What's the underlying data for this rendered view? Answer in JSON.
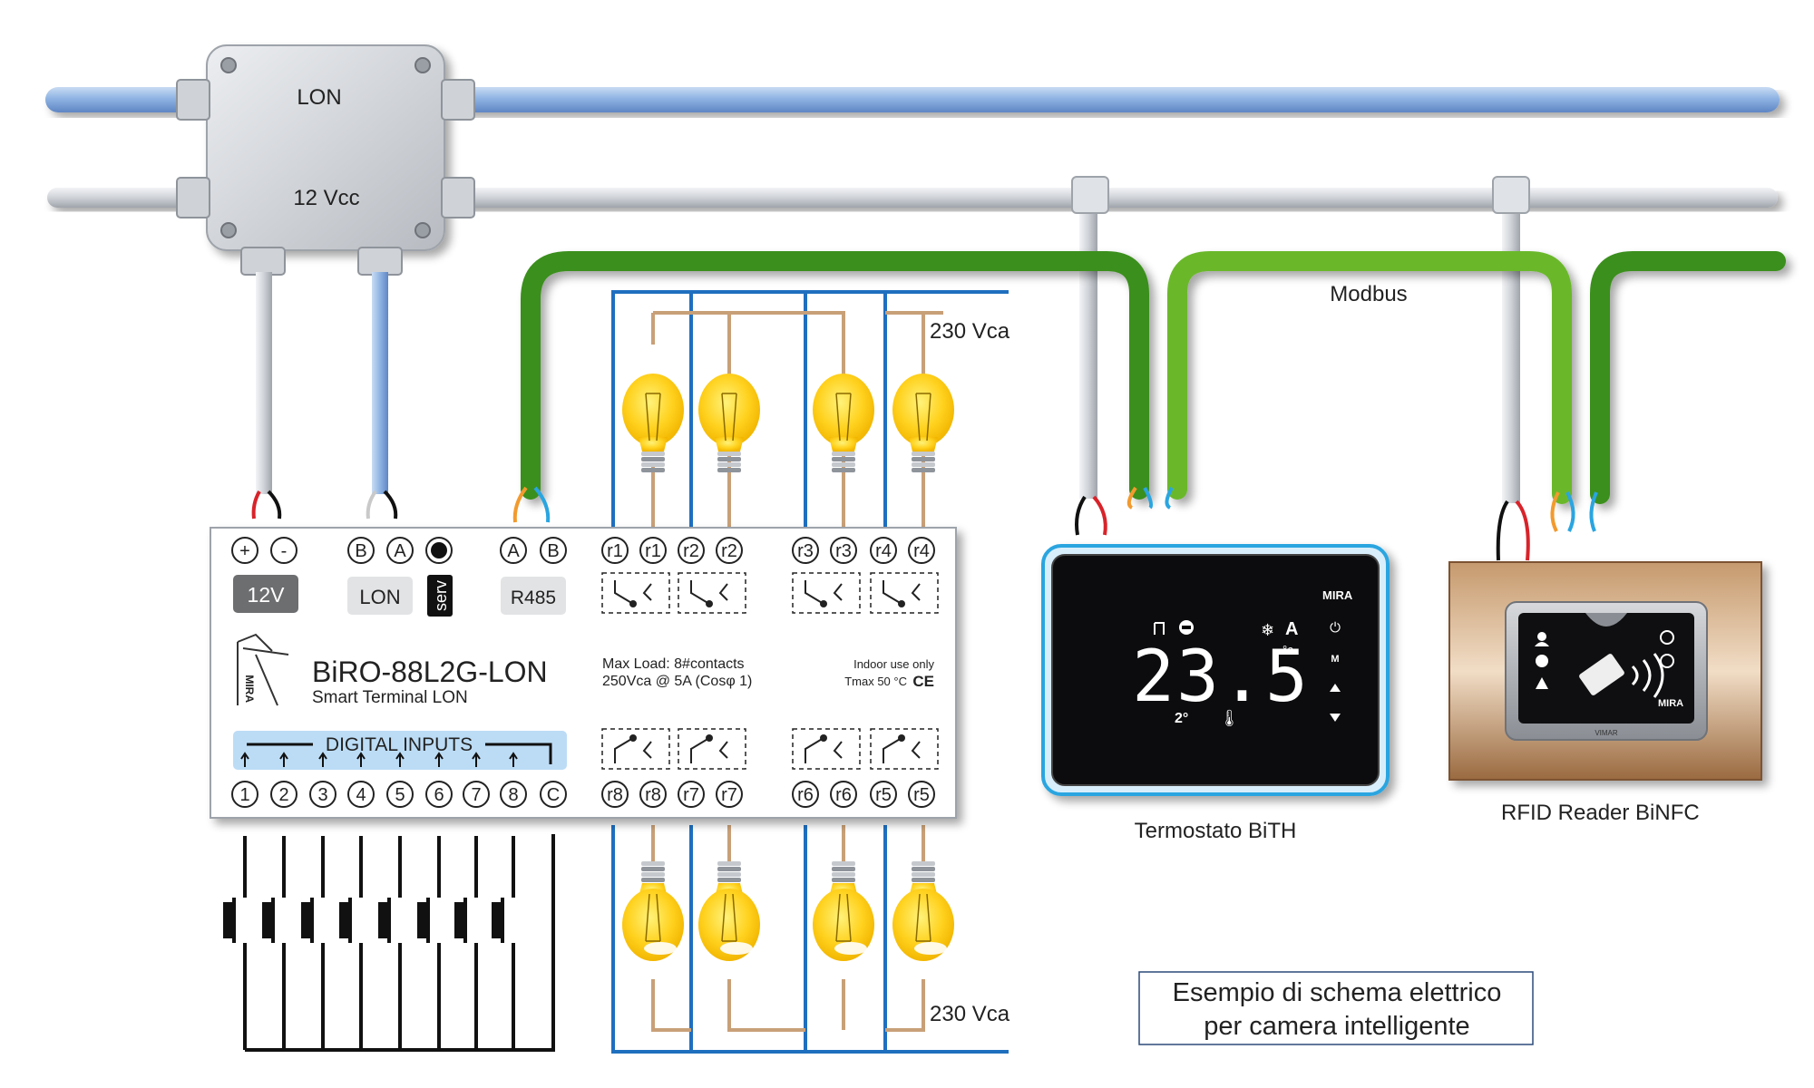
{
  "bus": {
    "lon_label": "LON",
    "vcc_label": "12 Vcc",
    "modbus_label": "Modbus"
  },
  "mains": {
    "top_label": "230 Vca",
    "bottom_label": "230 Vca"
  },
  "module": {
    "model": "BiRO-88L2G-LON",
    "subtitle": "Smart Terminal LON",
    "logo": "MIRA",
    "power_symbols": [
      "+",
      "-"
    ],
    "power_badge": "12V",
    "lon_terminals": [
      "B",
      "A"
    ],
    "lon_badge": "LON",
    "serv_badge": "serv",
    "r485_terminals": [
      "A",
      "B"
    ],
    "r485_badge": "R485",
    "relay_top_labels": [
      "r1",
      "r1",
      "r2",
      "r2",
      "r3",
      "r3",
      "r4",
      "r4"
    ],
    "relay_bottom_labels": [
      "r8",
      "r8",
      "r7",
      "r7",
      "r6",
      "r6",
      "r5",
      "r5"
    ],
    "maxload_line1": "Max Load:  8#contacts",
    "maxload_line2": "250Vca @ 5A (Cosφ 1)",
    "indoor_line1": "Indoor use only",
    "indoor_line2": "Tmax 50 °C",
    "ce_mark": "CE",
    "digital_inputs_label": "DIGITAL INPUTS",
    "digital_input_numbers": [
      "1",
      "2",
      "3",
      "4",
      "5",
      "6",
      "7",
      "8",
      "C"
    ]
  },
  "thermostat": {
    "name": "Termostato BiTH",
    "brand": "MIRA",
    "temperature": "23.5",
    "unit": "°c",
    "mode_letter": "A",
    "setpoint_symbol": "2°",
    "buttons": [
      "power-icon",
      "mode-icon",
      "up-icon",
      "down-icon"
    ]
  },
  "rfid": {
    "name": "RFID Reader BiNFC",
    "brand": "MIRA",
    "maker": "VIMAR"
  },
  "caption": {
    "line1": "Esempio di schema elettrico",
    "line2": "per camera intelligente"
  },
  "colors": {
    "lon_bus": "#8fb4e3",
    "vcc_bus": "#cfd3d8",
    "modbus": "#6ab82c",
    "mains": "#1f6fbf",
    "relay_wire": "#c8a078",
    "bulb": "#ffd21f",
    "label_bar": "#bcdcf5"
  }
}
